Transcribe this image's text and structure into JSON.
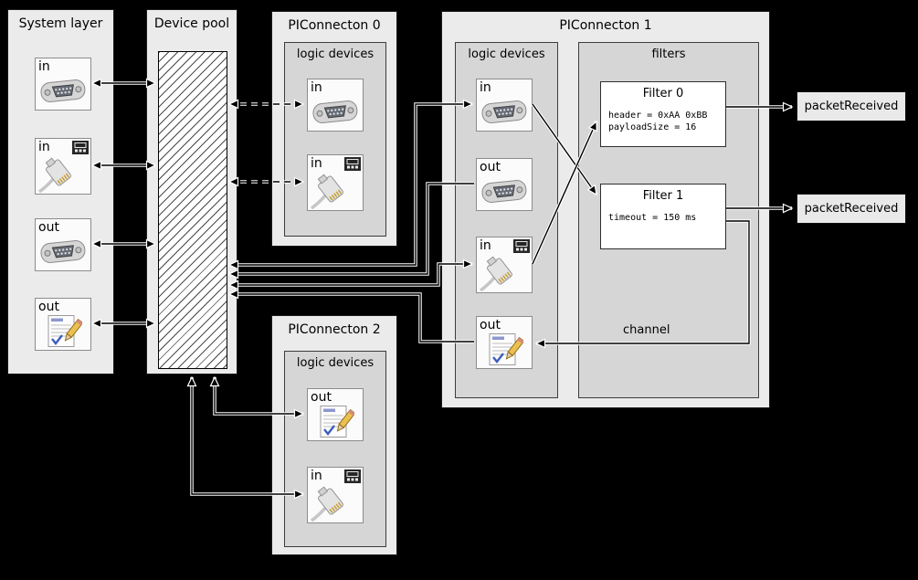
{
  "colors": {
    "background": "#000000",
    "panel": "#ebebeb",
    "inner_panel": "#d6d6d6",
    "device_background": "#fbfbfb",
    "filter_background": "#ffffff",
    "wire": "#000000",
    "wire_halo": "#ffffff"
  },
  "system_layer": {
    "title": "System layer",
    "devices": [
      {
        "label": "in",
        "icon": "serial-port-icon"
      },
      {
        "label": "in",
        "icon": "ethernet-plug-icon"
      },
      {
        "label": "out",
        "icon": "serial-port-icon"
      },
      {
        "label": "out",
        "icon": "document-icon"
      }
    ]
  },
  "device_pool": {
    "title": "Device pool"
  },
  "piconnecton_0": {
    "title": "PIConnecton 0",
    "section_label": "logic devices",
    "devices": [
      {
        "label": "in",
        "icon": "serial-port-icon"
      },
      {
        "label": "in",
        "icon": "ethernet-plug-icon"
      }
    ]
  },
  "piconnecton_1": {
    "title": "PIConnecton 1",
    "logic_section_label": "logic devices",
    "filters_section_label": "filters",
    "devices": [
      {
        "label": "in",
        "icon": "serial-port-icon"
      },
      {
        "label": "out",
        "icon": "serial-port-icon"
      },
      {
        "label": "in",
        "icon": "ethernet-plug-icon"
      },
      {
        "label": "out",
        "icon": "document-icon"
      }
    ],
    "filters": [
      {
        "title": "Filter 0",
        "lines": [
          "header = 0xAA 0xBB",
          "payloadSize = 16"
        ]
      },
      {
        "title": "Filter 1",
        "lines": [
          "timeout = 150 ms"
        ]
      }
    ],
    "channel_label": "channel"
  },
  "piconnecton_2": {
    "title": "PIConnecton 2",
    "section_label": "logic devices",
    "devices": [
      {
        "label": "out",
        "icon": "document-icon"
      },
      {
        "label": "in",
        "icon": "ethernet-plug-icon"
      }
    ]
  },
  "outputs": [
    {
      "label": "packetReceived"
    },
    {
      "label": "packetReceived"
    }
  ]
}
